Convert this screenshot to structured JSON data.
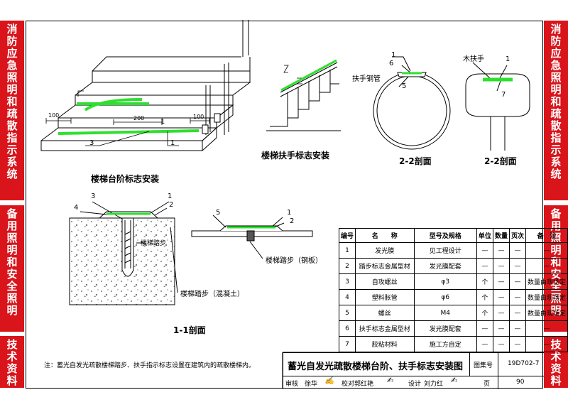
{
  "sidebar_left": {
    "section1": "消防应急照明和疏散指示系统",
    "section2": "备用照明和安全照明",
    "section3": "技术资料"
  },
  "sidebar_right": {
    "section1": "消防应急照明和疏散指示系统",
    "section2": "备用照明和安全照明",
    "section3": "技术资料"
  },
  "drawing": {
    "stair_step_title": "楼梯台阶标志安装",
    "handrail_title": "楼梯扶手标志安装",
    "section11_title": "1-1剖面",
    "section22_left_title": "2-2剖面",
    "section22_right_title": "2-2剖面",
    "dim_100_left": "100",
    "dim_200": "200",
    "dim_100_right": "100",
    "callout_1": "1",
    "callout_2": "2",
    "callout_3": "3",
    "callout_4": "4",
    "callout_5": "5",
    "callout_6": "6",
    "callout_7": "7",
    "steel_pipe_label": "扶手钢管",
    "wood_handrail_label": "木扶手",
    "concrete_step_label": "楼梯踏步（混凝土）",
    "steel_step_label": "楼梯踏步（钢板）",
    "step_label": "楼梯踏步",
    "note": "注：蓄光自发光疏散楼梯踏步、扶手指示标志设置在建筑内的疏散楼梯内。"
  },
  "table": {
    "headers": [
      "编号",
      "名　　称",
      "型号及规格",
      "单位",
      "数量",
      "页次",
      "备　注"
    ],
    "rows": [
      [
        "1",
        "发光膜",
        "见工程设计",
        "—",
        "—",
        "—",
        "—"
      ],
      [
        "2",
        "踏步标志金属型材",
        "发光膜配套",
        "—",
        "—",
        "—",
        "—"
      ],
      [
        "3",
        "自攻螺丝",
        "φ3",
        "个",
        "—",
        "—",
        "数量由现场定"
      ],
      [
        "4",
        "塑料胀管",
        "φ6",
        "个",
        "—",
        "—",
        "数量由现场定"
      ],
      [
        "5",
        "螺丝",
        "M4",
        "个",
        "—",
        "—",
        "数量由现场定"
      ],
      [
        "6",
        "扶手标志金属型材",
        "发光膜配套",
        "—",
        "—",
        "—",
        "—"
      ],
      [
        "7",
        "胶粘材料",
        "施工方自定",
        "—",
        "—",
        "—",
        "—"
      ]
    ]
  },
  "title_block": {
    "title": "蓄光自发光疏散楼梯台阶、扶手标志安装图",
    "atlas_label": "图集号",
    "atlas_no": "19D702-7",
    "review_label": "审核",
    "review_name": "徐华",
    "check_label": "校对",
    "check_name": "郭红艳",
    "design_label": "设计",
    "design_name": "刘力红",
    "page_label": "页",
    "page_no": "90"
  },
  "colors": {
    "sidebar_red": "#d9141b",
    "glow_green": "#2ee02e",
    "line": "#000000"
  }
}
